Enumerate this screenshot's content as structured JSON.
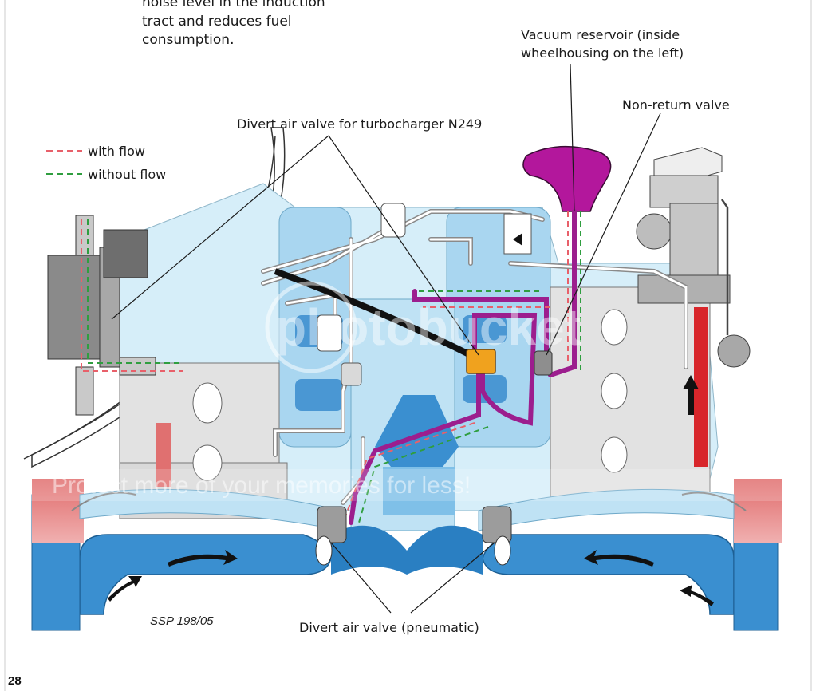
{
  "intro_text": {
    "line1": "noise level in the induction",
    "line2": "tract and reduces fuel",
    "line3": "consumption."
  },
  "legend": {
    "with_flow": "with flow",
    "without_flow": "without flow",
    "with_flow_color": "#e8606a",
    "without_flow_color": "#2f9e3f"
  },
  "labels": {
    "vacuum_reservoir_line1": "Vacuum reservoir (inside",
    "vacuum_reservoir_line2": "wheelhousing on the left)",
    "non_return_valve": "Non-return valve",
    "divert_valve_n249": "Divert air valve for turbocharger N249",
    "divert_valve_pneumatic": "Divert air valve (pneumatic)"
  },
  "figure_id": "SSP 198/05",
  "page_number": "28",
  "watermark": {
    "logo": "photobucket",
    "slogan": "Protect more of your memories for less!"
  },
  "colors": {
    "charge_air_blue": "#3a8fd0",
    "engine_light_blue": "#bfe2f4",
    "vacuum_line_magenta": "#9c1e8e",
    "n249_valve_orange": "#f0a21e",
    "exhaust_red": "#d8262b"
  }
}
